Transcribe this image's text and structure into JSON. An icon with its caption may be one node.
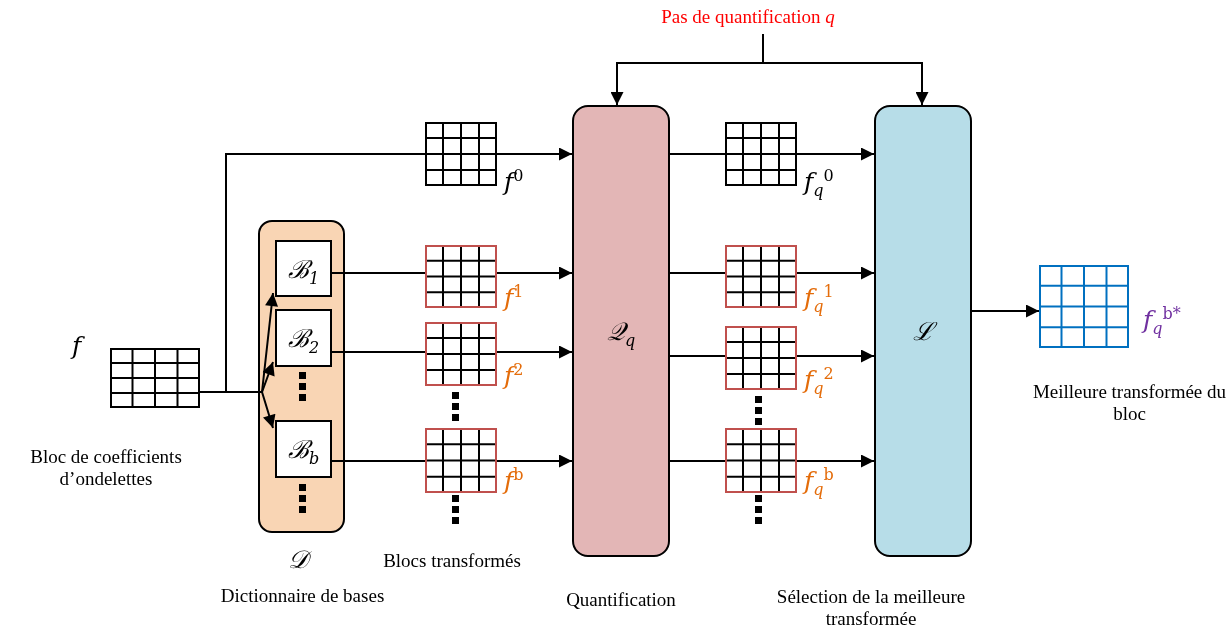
{
  "diagram": {
    "nodes": [
      {
        "text": [],
        "shape": "grid",
        "beside": [
          "f",
          "Bloc de coefficients d’ondelettes"
        ]
      },
      {
        "text": [
          "𝒟"
        ],
        "beside": [
          "Dictionnaire de bases"
        ]
      },
      {
        "text": [
          "ℬ$_{1}$"
        ],
        "in": 1
      },
      {
        "text": [
          "ℬ$_{2}$"
        ],
        "in": 1
      },
      {
        "text": [
          "ℬ$_{b}$"
        ],
        "in": 1
      },
      {
        "text": [],
        "shape": "grid",
        "beside": [
          "f$^{0}$"
        ]
      },
      {
        "text": [],
        "shape": "grid",
        "beside": [
          "f$^{1}$"
        ]
      },
      {
        "text": [],
        "shape": "grid",
        "beside": [
          "f$^{2}$"
        ]
      },
      {
        "text": [],
        "shape": "grid",
        "beside": [
          "f$^{b}$"
        ]
      },
      {
        "text": [
          "𝒬$_{q}$"
        ],
        "beside": [
          "Quantification"
        ]
      },
      {
        "text": [],
        "shape": "grid",
        "beside": [
          "f$_{q}$$^{0}$"
        ]
      },
      {
        "text": [],
        "shape": "grid",
        "beside": [
          "f$_{q}$$^{1}$"
        ]
      },
      {
        "text": [],
        "shape": "grid",
        "beside": [
          "f$_{q}$$^{2}$"
        ]
      },
      {
        "text": [],
        "shape": "grid",
        "beside": [
          "f$_{q}$$^{b}$"
        ]
      },
      {
        "text": [
          "ℒ"
        ],
        "beside": [
          "Sélection de la meilleure transformée"
        ]
      },
      {
        "text": [],
        "shape": "grid",
        "beside": [
          "f$_{q}$$^{b*}$",
          "Meilleure transformée du bloc"
        ]
      },
      {
        "text": [
          "Pas de quantification *q*"
        ]
      }
    ],
    "edges": [
      {
        "from": 0,
        "to": 5,
        "arrow": "none"
      },
      {
        "from": 0,
        "to": 2,
        "arrow": "to"
      },
      {
        "from": 0,
        "to": 3,
        "arrow": "to"
      },
      {
        "from": 0,
        "to": 4,
        "arrow": "to"
      },
      {
        "from": 5,
        "to": 9,
        "arrow": "to"
      },
      {
        "from": 2,
        "to": 6,
        "arrow": "none"
      },
      {
        "from": 6,
        "to": 9,
        "arrow": "to"
      },
      {
        "from": 3,
        "to": 7,
        "arrow": "none"
      },
      {
        "from": 7,
        "to": 9,
        "arrow": "to"
      },
      {
        "from": 4,
        "to": 8,
        "arrow": "none"
      },
      {
        "from": 8,
        "to": 9,
        "arrow": "to"
      },
      {
        "from": 9,
        "to": 10,
        "arrow": "none"
      },
      {
        "from": 10,
        "to": 14,
        "arrow": "to"
      },
      {
        "from": 9,
        "to": 11,
        "arrow": "none"
      },
      {
        "from": 11,
        "to": 14,
        "arrow": "to"
      },
      {
        "from": 9,
        "to": 12,
        "arrow": "none"
      },
      {
        "from": 12,
        "to": 14,
        "arrow": "to"
      },
      {
        "from": 9,
        "to": 13,
        "arrow": "none"
      },
      {
        "from": 13,
        "to": 14,
        "arrow": "to"
      },
      {
        "from": 14,
        "to": 15,
        "arrow": "to"
      },
      {
        "from": 16,
        "to": 9,
        "arrow": "to"
      },
      {
        "from": 16,
        "to": 14,
        "arrow": "to"
      }
    ],
    "labels": [
      "Blocs transformés"
    ]
  }
}
